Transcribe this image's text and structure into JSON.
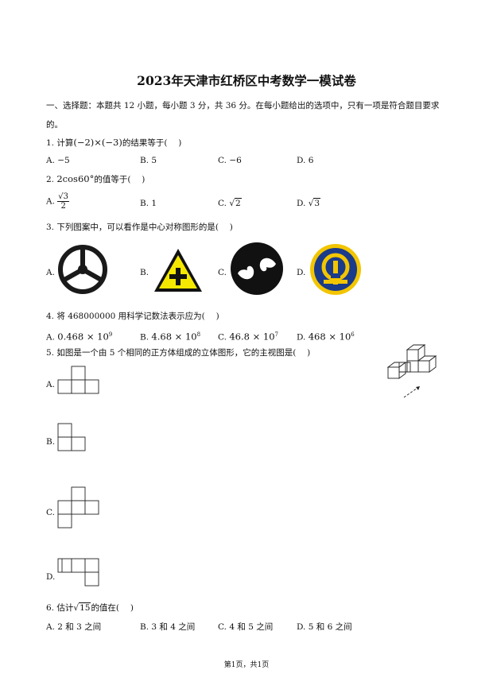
{
  "title": "2023年天津市红桥区中考数学一模试卷",
  "section": {
    "line1": "一、选择题：本题共 12 小题，每小题 3 分，共 36 分。在每小题给出的选项中，只有一项是符合题目要求",
    "line2": "的。"
  },
  "questions": [
    {
      "prefix": "1. 计算",
      "expr": "(−2)×(−3)",
      "suffix": "的结果等于(　 )",
      "options": [
        "A. −5",
        "B. 5",
        "C. −6",
        "D. 6"
      ]
    },
    {
      "prefix": "2. ",
      "expr": "2cos60°",
      "suffix": "的值等于(　 )",
      "options": {
        "A_label": "A.",
        "A_num": "√3",
        "A_den": "2",
        "B": "B. 1",
        "C_label": "C.",
        "C_val": "2",
        "D_label": "D.",
        "D_val": "3"
      }
    },
    {
      "text": "3. 下列图案中，可以看作是中心对称图形的是(　 )",
      "options": [
        "A.",
        "B.",
        "C.",
        "D."
      ],
      "icons": [
        "steering-wheel",
        "warning-cross",
        "yin-yang",
        "railway-logo"
      ]
    },
    {
      "text": "4. 将 468000000 用科学记数法表示应为(　 )",
      "options": [
        {
          "label": "A.",
          "base": "0.468 × 10",
          "exp": "9"
        },
        {
          "label": "B.",
          "base": "4.68 × 10",
          "exp": "8"
        },
        {
          "label": "C.",
          "base": "46.8 × 10",
          "exp": "7"
        },
        {
          "label": "D.",
          "base": "468 × 10",
          "exp": "6"
        }
      ]
    },
    {
      "text": "5. 如图是一个由 5 个相同的正方体组成的立体图形，它的主视图是(　 )",
      "options": [
        "A.",
        "B.",
        "C.",
        "D."
      ]
    },
    {
      "prefix": "6. 估计",
      "radicand": "15",
      "suffix": "的值在(　 )",
      "options": [
        "A. 2 和 3 之间",
        "B. 3 和 4 之间",
        "C. 4 和 5 之间",
        "D. 5 和 6 之间"
      ]
    }
  ],
  "footer": "第1页，共1页",
  "colors": {
    "warning_yellow": "#f5e800",
    "logo_blue": "#1a3a8a",
    "logo_gold": "#f2c500"
  }
}
